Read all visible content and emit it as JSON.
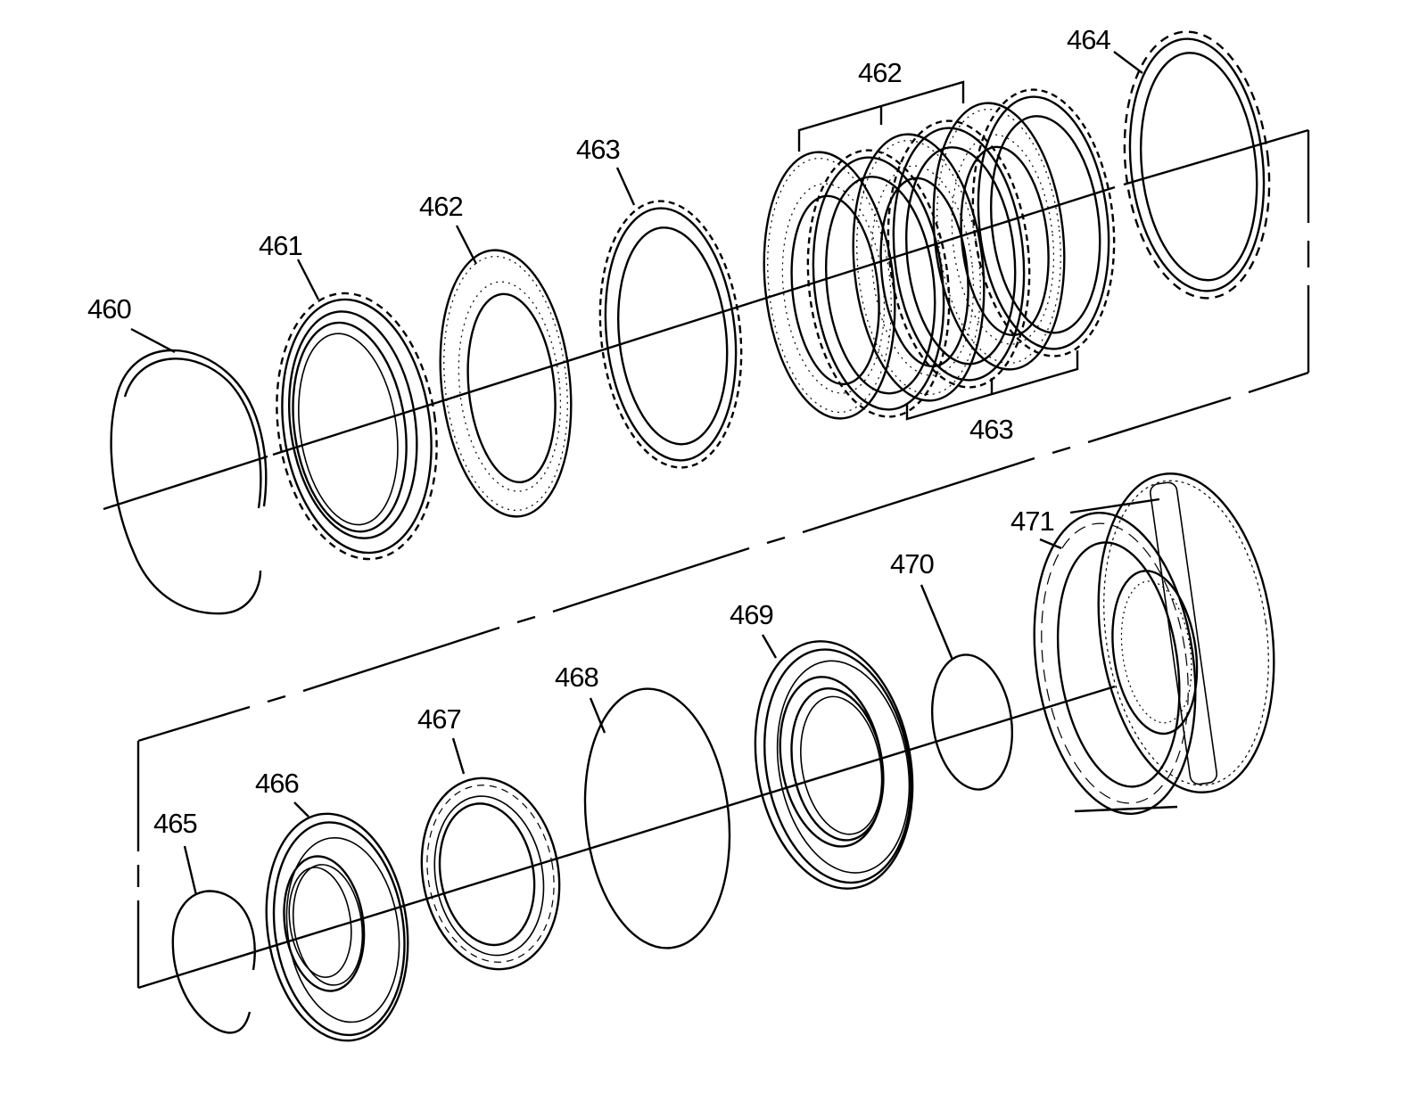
{
  "diagram": {
    "callouts": {
      "c460": "460",
      "c461": "461",
      "c462a": "462",
      "c463a": "463",
      "c462b": "462",
      "c463b": "463",
      "c464": "464",
      "c465": "465",
      "c466": "466",
      "c467": "467",
      "c468": "468",
      "c469": "469",
      "c470": "470",
      "c471": "471"
    }
  }
}
